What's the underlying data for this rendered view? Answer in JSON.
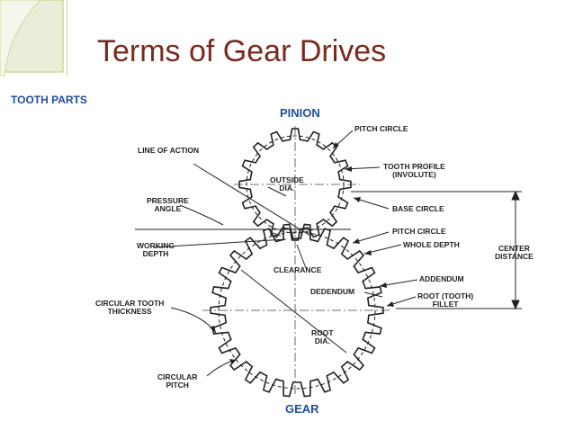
{
  "title": "Terms of Gear Drives",
  "section_label": "TOOTH PARTS",
  "pinion_label": "PINION",
  "gear_label": "GEAR",
  "labels": {
    "pitch_circle_top": "PITCH CIRCLE",
    "line_of_action": "LINE OF ACTION",
    "tooth_profile_1": "TOOTH PROFILE",
    "tooth_profile_2": "(INVOLUTE)",
    "outside_dia_1": "OUTSIDE",
    "outside_dia_2": "DIA.",
    "pressure_angle_1": "PRESSURE",
    "pressure_angle_2": "ANGLE",
    "base_circle": "BASE CIRCLE",
    "pitch_circle_mid": "PITCH CIRCLE",
    "working_depth_1": "WORKING",
    "working_depth_2": "DEPTH",
    "whole_depth": "WHOLE DEPTH",
    "center_distance_1": "CENTER",
    "center_distance_2": "DISTANCE",
    "clearance": "CLEARANCE",
    "addendum": "ADDENDUM",
    "dedendum": "DEDENDUM",
    "root_fillet_1": "ROOT (TOOTH)",
    "root_fillet_2": "FILLET",
    "circular_thickness_1": "CIRCULAR TOOTH",
    "circular_thickness_2": "THICKNESS",
    "root_dia_1": "ROOT",
    "root_dia_2": "DIA.",
    "circular_pitch_1": "CIRCULAR",
    "circular_pitch_2": "PITCH"
  },
  "colors": {
    "title": "#7a2a1f",
    "labels_blue": "#1f4e9c",
    "accent_green": "#c9d89a"
  }
}
